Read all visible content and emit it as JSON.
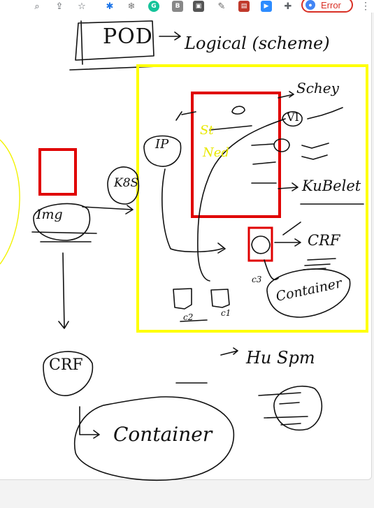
{
  "browser_toolbar": {
    "icons": [
      "zoom-icon",
      "share-icon",
      "bookmark-star-icon",
      "bluetooth-extension-icon",
      "snowflake-extension-icon",
      "grammarly-extension-icon",
      "b-extension-icon",
      "puzzle-box-extension-icon",
      "edit-extension-icon",
      "screenshot-extension-icon",
      "zoom-video-extension-icon",
      "extensions-puzzle-icon"
    ],
    "profile_error_label": "Error"
  },
  "whiteboard": {
    "colors": {
      "ink": "#111111",
      "red": "#e00000",
      "yellow": "#ffff00",
      "pale_yellow": "#f2f200"
    },
    "labels": {
      "pod": "POD",
      "logical": "Logical (scheme)",
      "sched": "Schey",
      "st": "St",
      "ned": "Ned",
      "ip": "IP",
      "k8s": "K8S",
      "img": "Img",
      "vi": "VI",
      "kubelet": "KuBelet",
      "cri_inner": "CRF",
      "container_inner": "Container",
      "c3": "c3",
      "c2": "c2",
      "c1": "c1",
      "cri_outer": "CRF",
      "container_outer": "Container",
      "hu_spm": "Hu Spm"
    }
  }
}
